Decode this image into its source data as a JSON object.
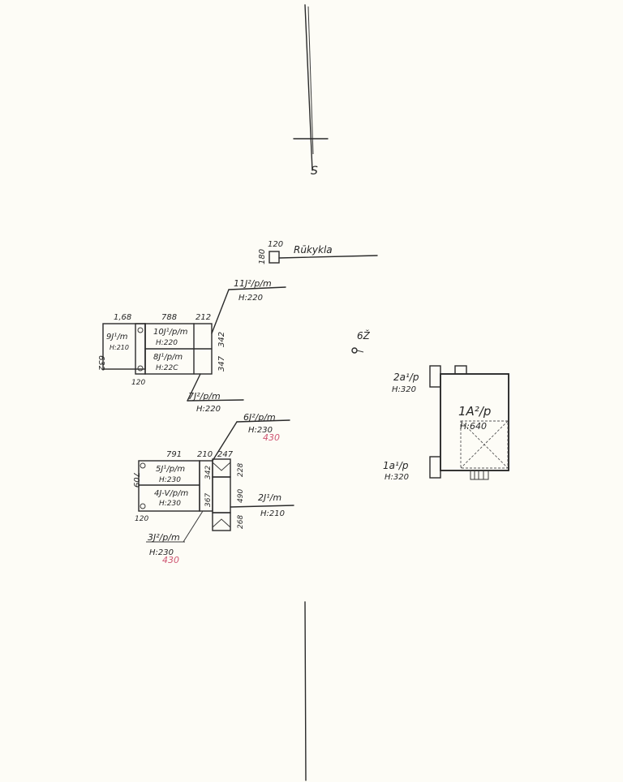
{
  "colors": {
    "paper": "#fdfcf6",
    "ink": "#262626",
    "red_ink": "#cf5672"
  },
  "north_arrow": {
    "letter": "S"
  },
  "ruler_label": {
    "dim1": "120",
    "dim2": "180",
    "name": "Rūkykla"
  },
  "north_group": {
    "room_labels": {
      "big_top": {
        "code": "11J²/p/m",
        "height": "H:220"
      },
      "r9": {
        "code": "9J¹/m",
        "height": "H:210"
      },
      "r10": {
        "code": "10J¹/p/m",
        "height": "H:220"
      },
      "r8": {
        "code": "8J¹/p/m",
        "height": "H:22C"
      },
      "r7": {
        "code": "7J²/p/m",
        "height": "H:220"
      }
    },
    "dims": {
      "d1": "1,68",
      "d2": "788",
      "d3": "212",
      "d4": "342",
      "d5": "347",
      "d6": "632",
      "d7": "120"
    }
  },
  "south_group": {
    "room_labels": {
      "r6": {
        "code": "6J²/p/m",
        "height": "H:230",
        "red_height": "430"
      },
      "r5": {
        "code": "5J¹/p/m",
        "height": "H:230"
      },
      "r4": {
        "code": "4J-V/p/m",
        "height": "H:230"
      },
      "r3": {
        "code": "3J²/p/m",
        "height": "H:230",
        "red_height": "430"
      },
      "r2": {
        "code": "2J¹/m",
        "height": "H:210"
      }
    },
    "dims": {
      "d1": "791",
      "d2": "210",
      "d3": "247",
      "d4": "228",
      "d5": "342",
      "d6": "367",
      "d7": "490",
      "d8": "268",
      "d9": "709",
      "d10": "120"
    }
  },
  "well": {
    "label": "6Ž"
  },
  "east_building": {
    "main": {
      "code": "1A²/p",
      "height": "H:640"
    },
    "top_annex": {
      "code": "2a¹/p",
      "height": "H:320"
    },
    "bottom_annex": {
      "code": "1a¹/p",
      "height": "H:320"
    }
  }
}
